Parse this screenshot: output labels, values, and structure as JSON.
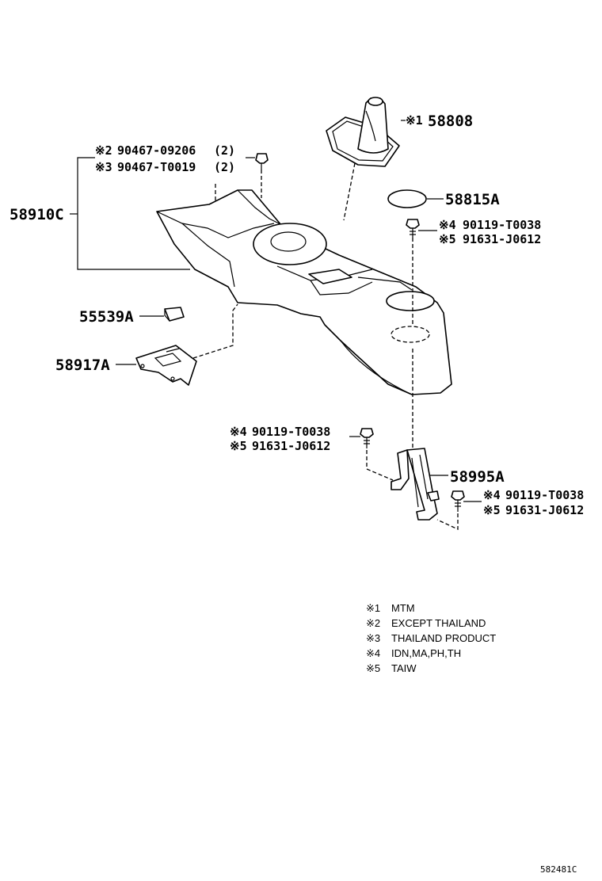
{
  "parts": {
    "p58808": {
      "mark": "※1",
      "num": "58808"
    },
    "p58815a": "58815A",
    "p58910c": "58910C",
    "p55539a": "55539A",
    "p58917a": "58917A",
    "p58995a": "58995A",
    "clip_top": [
      {
        "mark": "※2",
        "num": "90467-09206",
        "qty": "(2)"
      },
      {
        "mark": "※3",
        "num": "90467-T0019",
        "qty": "(2)"
      }
    ],
    "bolt_top_right": [
      {
        "mark": "※4",
        "num": "90119-T0038"
      },
      {
        "mark": "※5",
        "num": "91631-J0612"
      }
    ],
    "bolt_mid": [
      {
        "mark": "※4",
        "num": "90119-T0038"
      },
      {
        "mark": "※5",
        "num": "91631-J0612"
      }
    ],
    "bolt_bottom_right": [
      {
        "mark": "※4",
        "num": "90119-T0038"
      },
      {
        "mark": "※5",
        "num": "91631-J0612"
      }
    ]
  },
  "notes": [
    {
      "mark": "※1",
      "text": "MTM"
    },
    {
      "mark": "※2",
      "text": "EXCEPT THAILAND"
    },
    {
      "mark": "※3",
      "text": "THAILAND PRODUCT"
    },
    {
      "mark": "※4",
      "text": "IDN,MA,PH,TH"
    },
    {
      "mark": "※5",
      "text": "TAIW"
    }
  ],
  "diagram_code": "582481C"
}
